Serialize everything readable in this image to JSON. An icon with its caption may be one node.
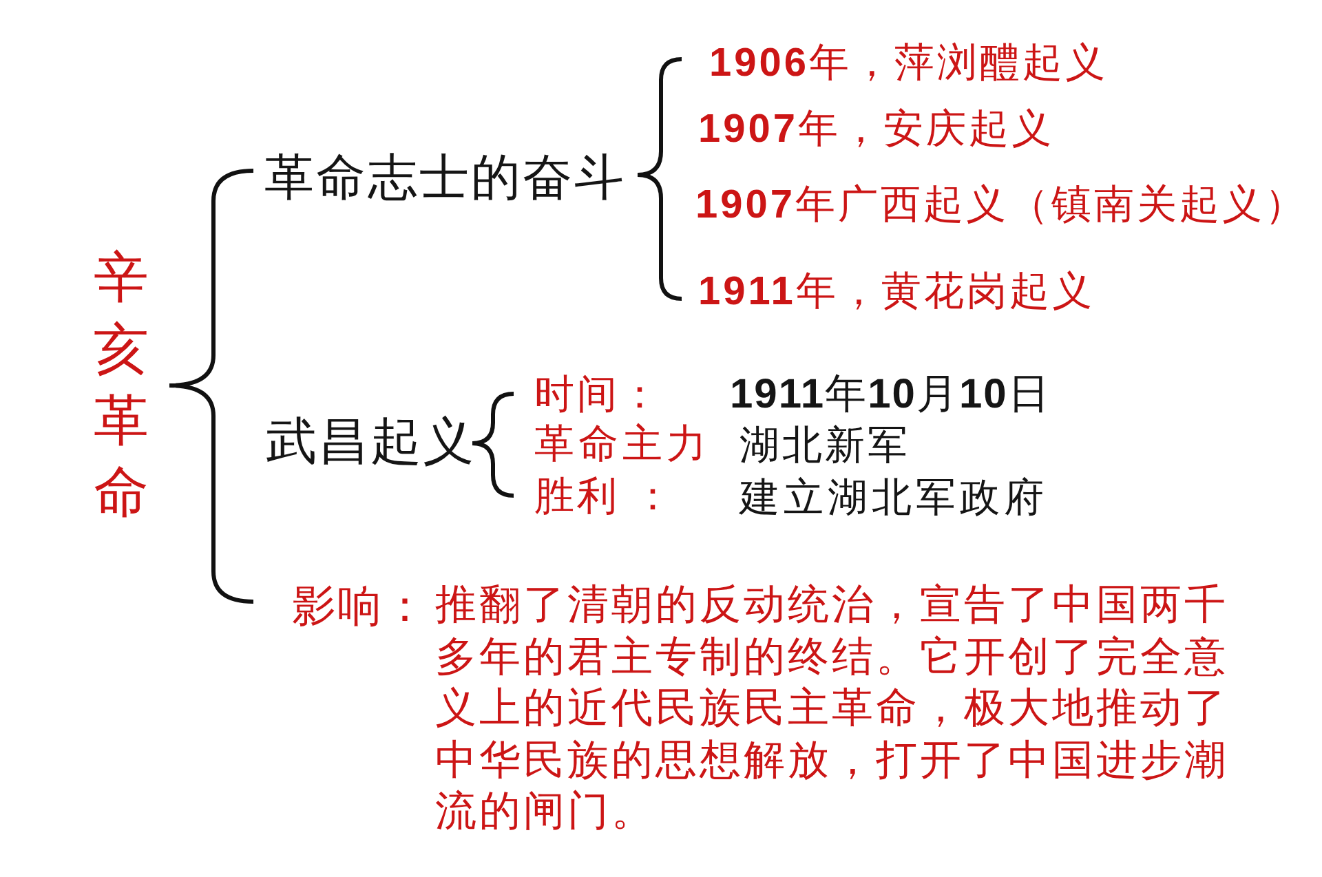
{
  "diagram": {
    "labels": [
      "辛亥革命",
      "革命志士的奋斗",
      "**1906**年，萍浏醴起义",
      "**1907**年，安庆起义",
      "**1907**年广西起义（镇南关起义）",
      "**1911**年，黄花岗起义",
      "武昌起义",
      "时间：",
      "**1911**年**10**月**10**日",
      "革命主力",
      "湖北新军",
      "胜利 ：",
      "建立湖北军政府",
      "影响：",
      "推翻了清朝的反动统治，宣告了中国两千多年的君主专制的终结。它开创了完全意义上的近代民族民主革命，极大地推动了中华民族的思想解放，打开了中国进步潮流的闸门。"
    ]
  }
}
